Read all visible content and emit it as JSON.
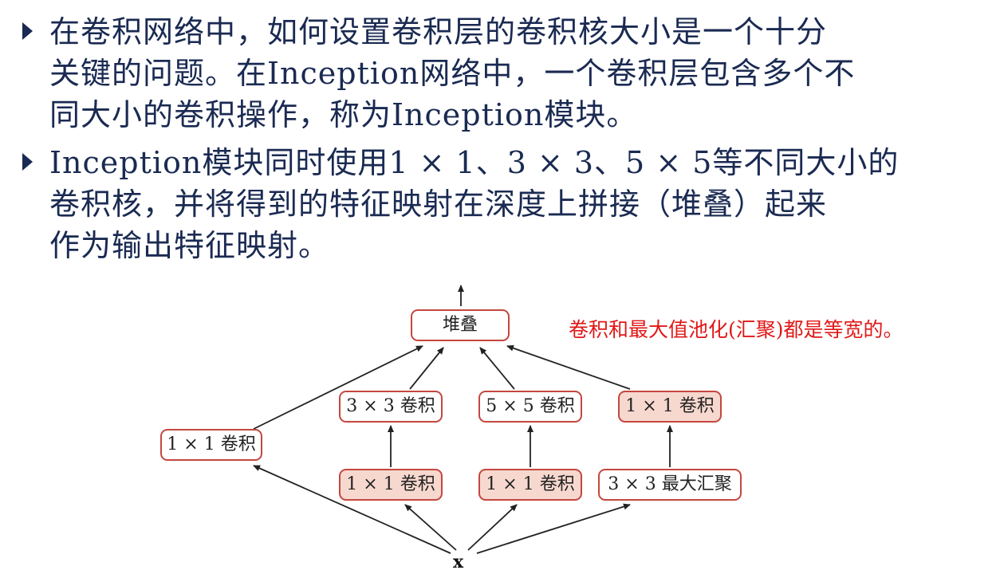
{
  "bullets": [
    {
      "text": "在卷积网络中，如何设置卷积层的卷积核大小是一个十分\n关键的问题。在Inception网络中，一个卷积层包含多个不\n同大小的卷积操作，称为Inception模块。"
    },
    {
      "text": "Inception模块同时使用1 × 1、3 × 3、5 × 5等不同大小的\n卷积核，并将得到的特征映射在深度上拼接（堆叠）起来\n作为输出特征映射。"
    }
  ],
  "diagram": {
    "stack": "堆叠",
    "left_conv": "1 × 1 卷积",
    "conv3": "3 × 3 卷积",
    "conv5": "5 × 5 卷积",
    "pool_proj": "1 × 1 卷积",
    "reduce3": "1 × 1 卷积",
    "reduce5": "1 × 1 卷积",
    "maxpool": "3 × 3 最大汇聚",
    "input": "x"
  },
  "note": "卷积和最大值池化(汇聚)都是等宽的。",
  "colors": {
    "text": "#1a2a52",
    "box_border": "#c4473f",
    "box_fill": "#f7d8cf",
    "note": "#e01818"
  }
}
